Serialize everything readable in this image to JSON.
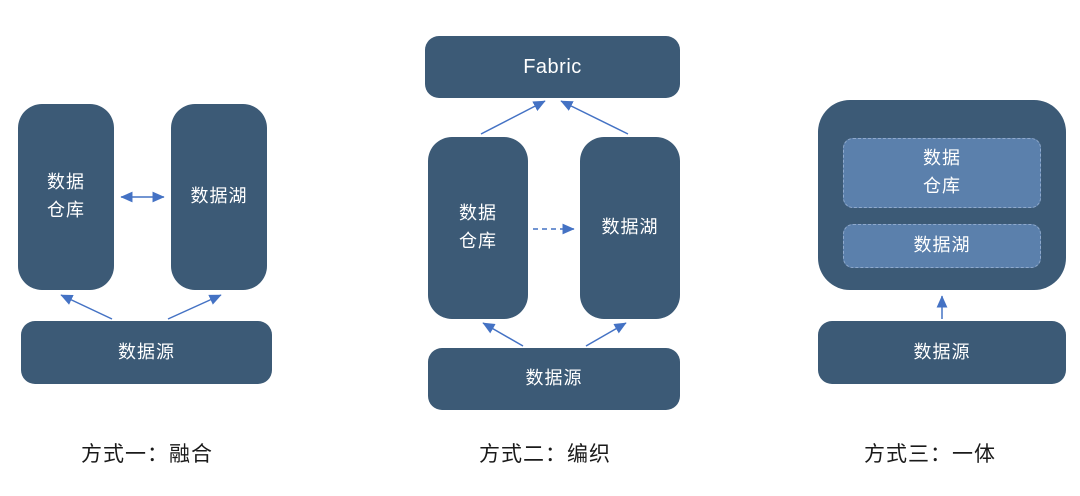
{
  "colors": {
    "background": "#ffffff",
    "box_dark": "#3c5a76",
    "box_inner": "#5b80ac",
    "box_inner_border": "#8fa9cc",
    "arrow": "#4472c4",
    "text_light": "#ffffff",
    "caption": "#1a1a1a"
  },
  "method1": {
    "warehouse": "数据\n仓库",
    "lake": "数据湖",
    "source": "数据源",
    "caption": "方式一：融合"
  },
  "method2": {
    "fabric": "Fabric",
    "warehouse": "数据\n仓库",
    "lake": "数据湖",
    "source": "数据源",
    "caption": "方式二：编织"
  },
  "method3": {
    "warehouse": "数据\n仓库",
    "lake": "数据湖",
    "source": "数据源",
    "caption": "方式三：一体"
  }
}
